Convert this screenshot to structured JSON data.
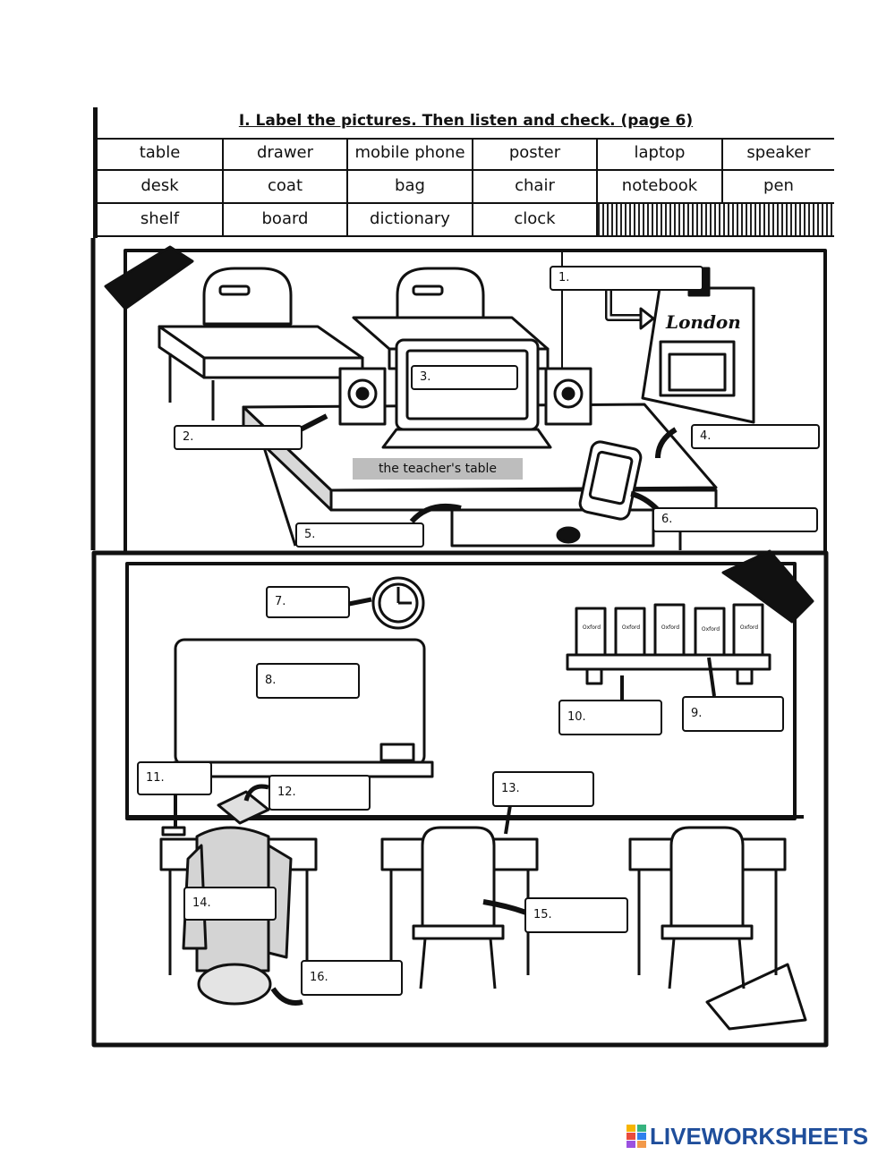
{
  "instruction": "I. Label the pictures. Then listen and check. (page 6)",
  "word_bank": [
    [
      "table",
      "drawer",
      "mobile phone",
      "poster",
      "laptop",
      "speaker"
    ],
    [
      "desk",
      "coat",
      "bag",
      "chair",
      "notebook",
      "pen"
    ],
    [
      "shelf",
      "board",
      "dictionary",
      "clock",
      "",
      ""
    ]
  ],
  "labels": {
    "l1": "1.",
    "l2": "2.",
    "l3": "3.",
    "l4": "4.",
    "l5": "5.",
    "l6": "6.",
    "l7": "7.",
    "l8": "8.",
    "l9": "9.",
    "l10": "10.",
    "l11": "11.",
    "l12": "12.",
    "l13": "13.",
    "l14": "14.",
    "l15": "15.",
    "l16": "16."
  },
  "teacher_table": "the teacher's table",
  "poster_text": "London",
  "book_label": "Oxford",
  "brand": "LIVEWORKSHEETS",
  "brand_color": "#1f4e9b"
}
